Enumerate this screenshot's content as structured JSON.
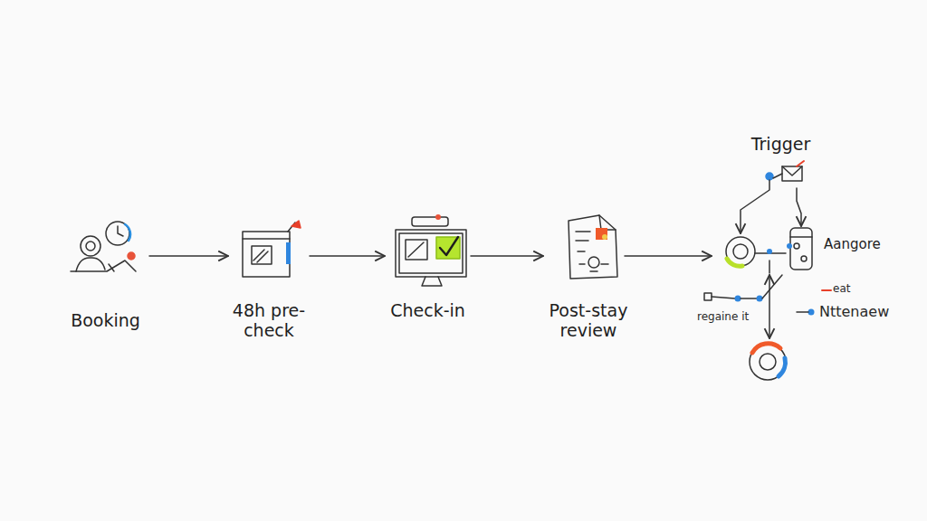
{
  "diagram": {
    "nodes": [
      {
        "text": [
          "Booking"
        ]
      },
      {
        "text": [
          "48h pre-check"
        ]
      },
      {
        "text": [
          "Check-in"
        ]
      },
      {
        "text": [
          "Post-stay review"
        ]
      },
      {
        "text": [
          "Trigger"
        ]
      },
      {
        "text": [
          "Aangore"
        ]
      }
    ],
    "edges": [
      {
        "from": 0,
        "to": 1,
        "arrow": "to"
      },
      {
        "from": 1,
        "to": 2,
        "arrow": "to"
      },
      {
        "from": 2,
        "to": 3,
        "arrow": "to"
      },
      {
        "from": 4,
        "to": 5,
        "arrow": "to"
      }
    ],
    "labels": [
      "eat",
      "regaine it",
      "Nttenaew"
    ]
  }
}
